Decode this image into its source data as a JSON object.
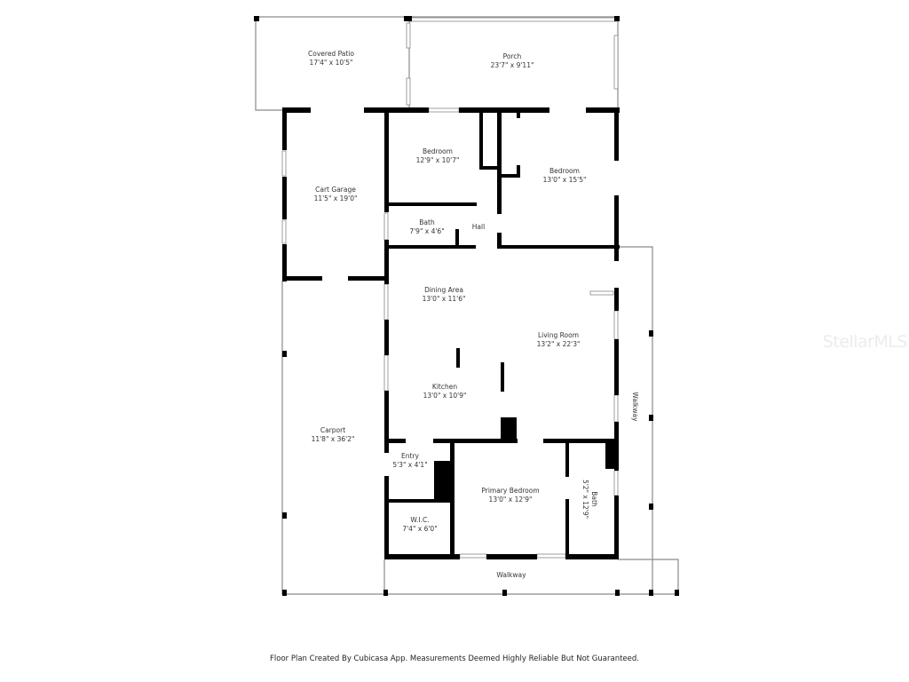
{
  "rooms": [
    {
      "id": "covered_patio",
      "name": "Covered Patio",
      "dim": "17'4\" x 10'5\""
    },
    {
      "id": "porch",
      "name": "Porch",
      "dim": "23'7\" x 9'11\""
    },
    {
      "id": "cart_garage",
      "name": "Cart Garage",
      "dim": "11'5\" x 19'0\""
    },
    {
      "id": "bedroom_1",
      "name": "Bedroom",
      "dim": "12'9\" x 10'7\""
    },
    {
      "id": "bedroom_2",
      "name": "Bedroom",
      "dim": "13'0\" x 15'5\""
    },
    {
      "id": "bath_1",
      "name": "Bath",
      "dim": "7'9\" x 4'6\""
    },
    {
      "id": "hall",
      "name": "Hall",
      "dim": ""
    },
    {
      "id": "dining_area",
      "name": "Dining Area",
      "dim": "13'0\" x 11'6\""
    },
    {
      "id": "living_room",
      "name": "Living Room",
      "dim": "13'2\" x 22'3\""
    },
    {
      "id": "kitchen",
      "name": "Kitchen",
      "dim": "13'0\" x 10'9\""
    },
    {
      "id": "carport",
      "name": "Carport",
      "dim": "11'8\" x 36'2\""
    },
    {
      "id": "entry",
      "name": "Entry",
      "dim": "5'3\" x 4'1\""
    },
    {
      "id": "primary_bedroom",
      "name": "Primary Bedroom",
      "dim": "13'0\" x 12'9\""
    },
    {
      "id": "wic",
      "name": "W.I.C.",
      "dim": "7'4\" x 6'0\""
    },
    {
      "id": "bath_2",
      "name": "Bath",
      "dim": "5'2\" x 12'9\""
    },
    {
      "id": "walkway_bottom",
      "name": "Walkway",
      "dim": ""
    },
    {
      "id": "walkway_side",
      "name": "Walkway",
      "dim": ""
    }
  ],
  "footer": "Floor Plan Created By Cubicasa App. Measurements Deemed Highly Reliable But Not Guaranteed.",
  "watermark": "StellarMLS",
  "colors": {
    "wall": "#000000",
    "outline": "#888888",
    "text": "#333333"
  }
}
